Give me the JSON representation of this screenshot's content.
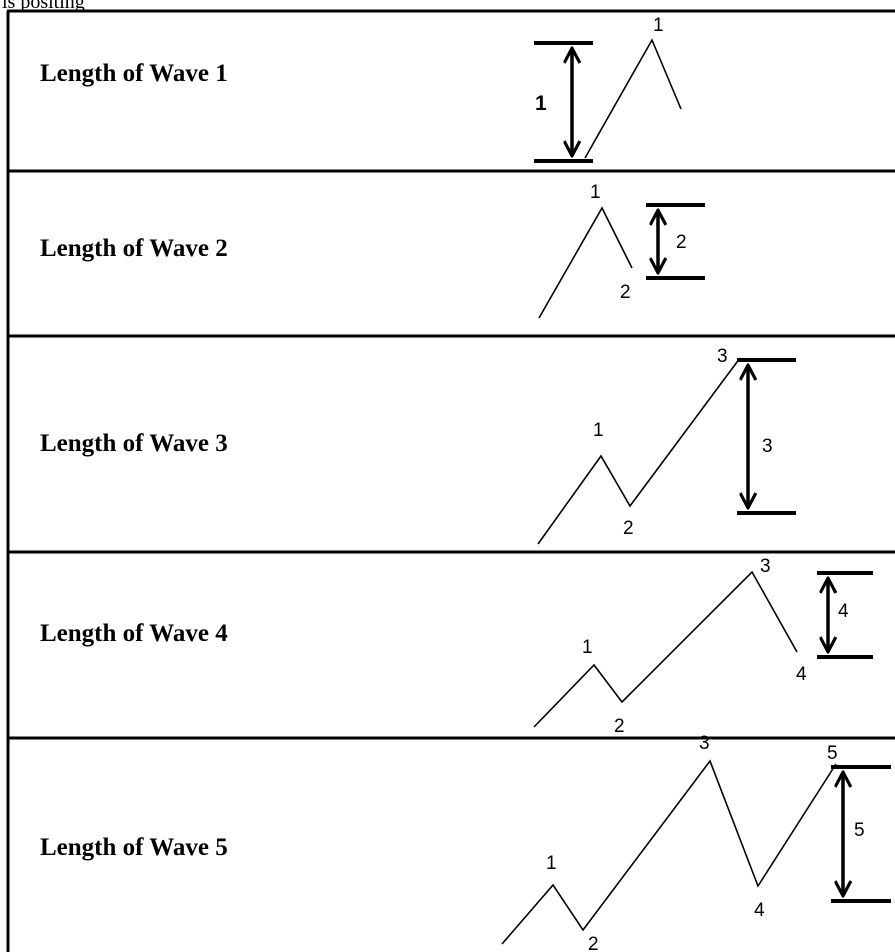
{
  "caption": "is positing",
  "rows": [
    {
      "title": "Length of Wave 1",
      "points": [
        "1"
      ],
      "measure_label": "1"
    },
    {
      "title": "Length of Wave 2",
      "points": [
        "1",
        "2"
      ],
      "measure_label": "2"
    },
    {
      "title": "Length of Wave 3",
      "points": [
        "1",
        "2",
        "3"
      ],
      "measure_label": "3"
    },
    {
      "title": "Length of Wave 4",
      "points": [
        "1",
        "2",
        "3",
        "4"
      ],
      "measure_label": "4"
    },
    {
      "title": "Length of Wave 5",
      "points": [
        "1",
        "2",
        "3",
        "4",
        "5"
      ],
      "measure_label": "5"
    }
  ],
  "colors": {
    "line": "#000000",
    "background": "#ffffff"
  }
}
